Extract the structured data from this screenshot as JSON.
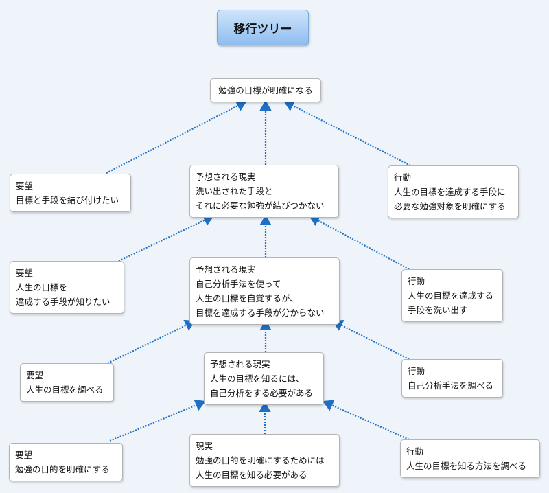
{
  "title": "移行ツリー",
  "colors": {
    "arrow": "#1f6fc5",
    "background": "#eef4fa",
    "title_fill": "#9cc6f2"
  },
  "nodes": {
    "goal": [
      "勉強の目標が明確になる"
    ],
    "l1_want": [
      "要望",
      "目標と手段を結び付けたい"
    ],
    "l1_reality": [
      "予想される現実",
      "洗い出された手段と",
      "それに必要な勉強が結びつかない"
    ],
    "l1_action": [
      "行動",
      "人生の目標を達成する手段に",
      "必要な勉強対象を明確にする"
    ],
    "l2_want": [
      "要望",
      "人生の目標を",
      "達成する手段が知りたい"
    ],
    "l2_reality": [
      "予想される現実",
      "自己分析手法を使って",
      " 人生の目標を自覚するが、",
      "目標を達成する手段が分からない"
    ],
    "l2_action": [
      "行動",
      "人生の目標を達成する",
      "手段を洗い出す"
    ],
    "l3_want": [
      "要望",
      "人生の目標を調べる"
    ],
    "l3_reality": [
      "予想される現実",
      " 人生の目標を知るには、",
      "自己分析をする必要がある"
    ],
    "l3_action": [
      "行動",
      "自己分析手法を調べる"
    ],
    "l4_want": [
      "要望",
      "勉強の目的を明確にする"
    ],
    "l4_reality": [
      "現実",
      "勉強の目的を明確にするためには",
      "人生の目標を知る必要がある"
    ],
    "l4_action": [
      "行動",
      "人生の目標を知る方法を調べる"
    ]
  }
}
